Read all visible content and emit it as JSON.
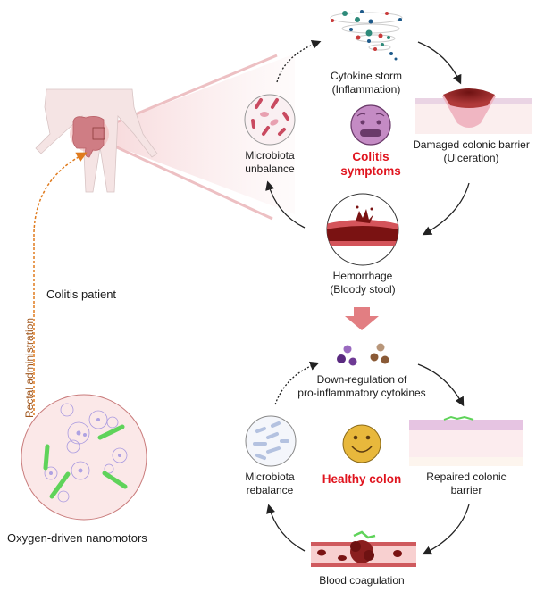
{
  "figure": {
    "patient_label": "Colitis patient",
    "administration_label": "Rectal administration",
    "nanomotor_label": "Oxygen-driven  nanomotors"
  },
  "disease_cycle": {
    "center_label": [
      "Colitis",
      "symptoms"
    ],
    "nodes": [
      {
        "id": "cytokine-storm",
        "lines": [
          "Cytokine storm",
          "(Inflammation)"
        ]
      },
      {
        "id": "damaged-barrier",
        "lines": [
          "Damaged colonic barrier",
          "(Ulceration)"
        ]
      },
      {
        "id": "hemorrhage",
        "lines": [
          "Hemorrhage",
          "(Bloody stool)"
        ]
      },
      {
        "id": "microbiota-unbalance",
        "lines": [
          "Microbiota",
          "unbalance"
        ]
      }
    ]
  },
  "healthy_cycle": {
    "center_label": "Healthy  colon",
    "nodes": [
      {
        "id": "cytokine-downregulation",
        "lines": [
          "Down-regulation of",
          "pro-inflammatory cytokines"
        ]
      },
      {
        "id": "repaired-barrier",
        "lines": [
          "Repaired colonic",
          "barrier"
        ]
      },
      {
        "id": "blood-coagulation",
        "lines": [
          "Blood coagulation"
        ]
      },
      {
        "id": "microbiota-rebalance",
        "lines": [
          "Microbiota",
          "rebalance"
        ]
      }
    ]
  },
  "colors": {
    "accent_red": "#e0141e",
    "admin_arrow": "#e07b1e",
    "sad_face": "#c48bc4",
    "happy_face": "#e8b83c",
    "nanomotor_rod": "#5fd35a"
  }
}
